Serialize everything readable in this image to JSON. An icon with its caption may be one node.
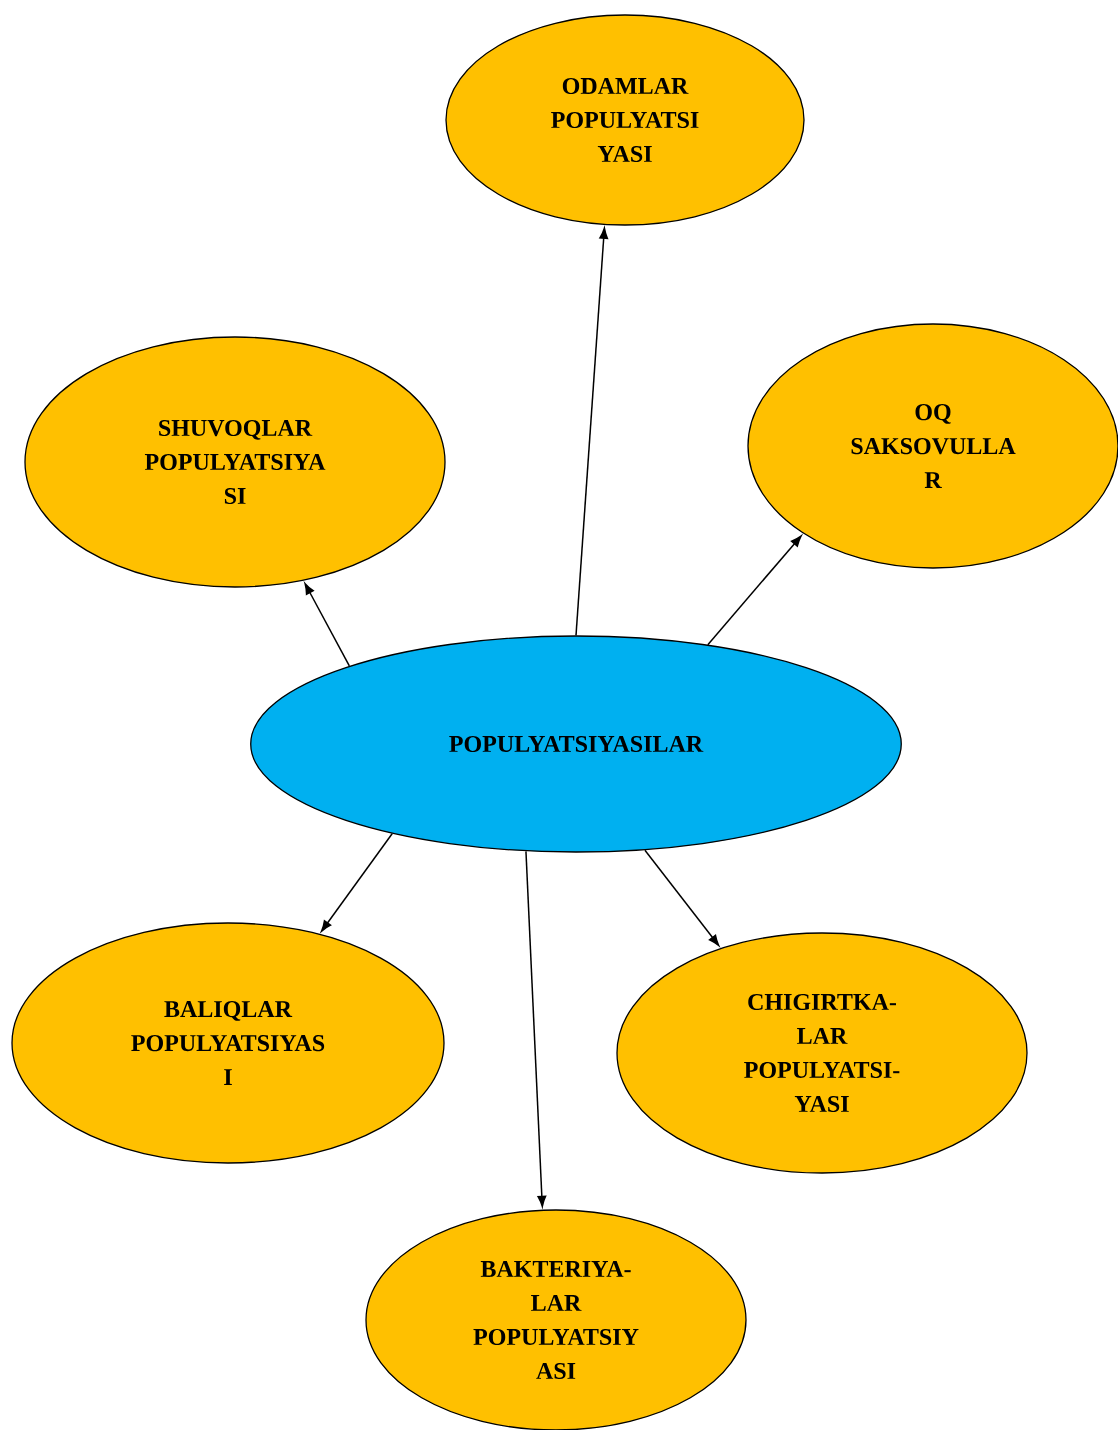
{
  "diagram": {
    "nodes": [
      {
        "text": [
          "POPULYATSIYASILAR"
        ]
      },
      {
        "text": [
          "ODAMLAR POPULYATSI YASI"
        ]
      },
      {
        "text": [
          "SHUVOQLAR POPULYATSIYA SI"
        ]
      },
      {
        "text": [
          "OQ SAKSOVULLA R"
        ]
      },
      {
        "text": [
          "BALIQLAR POPULYATSIYAS I"
        ]
      },
      {
        "text": [
          "CHIGIRTKA- LAR POPULYATSI- YASI"
        ]
      },
      {
        "text": [
          "BAKTERIYA- LAR POPULYATSIY ASI"
        ]
      }
    ],
    "edges": [
      {
        "from": 0,
        "to": 1,
        "arrow": "to"
      },
      {
        "from": 0,
        "to": 2,
        "arrow": "to"
      },
      {
        "from": 0,
        "to": 3,
        "arrow": "to"
      },
      {
        "from": 0,
        "to": 4,
        "arrow": "to"
      },
      {
        "from": 0,
        "to": 5,
        "arrow": "to"
      },
      {
        "from": 0,
        "to": 6,
        "arrow": "to"
      }
    ]
  }
}
